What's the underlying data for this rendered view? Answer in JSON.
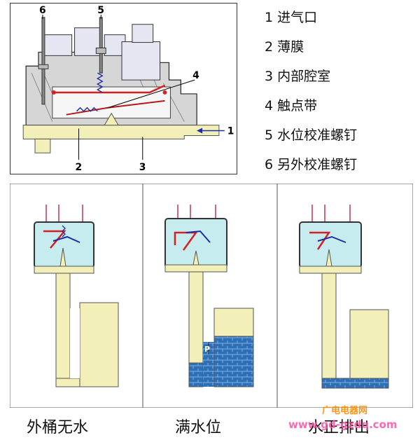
{
  "legend": [
    {
      "num": "1",
      "text": "进气口"
    },
    {
      "num": "2",
      "text": "薄膜"
    },
    {
      "num": "3",
      "text": "内部腔室"
    },
    {
      "num": "4",
      "text": "触点带"
    },
    {
      "num": "5",
      "text": "水位校准螺钉"
    },
    {
      "num": "6",
      "text": "另外校准螺钉"
    }
  ],
  "callouts": {
    "n1": "1",
    "n2": "2",
    "n3": "3",
    "n4": "4",
    "n5": "5",
    "n6": "6"
  },
  "panels": {
    "p1_caption": "外桶无水",
    "p2_caption": "满水位",
    "p2_label": "P",
    "p3_caption": "水正排出"
  },
  "watermark": {
    "line1": "广电电器网",
    "line2": "www.gd-gzdq.com"
  },
  "colors": {
    "housing": "#d4d4d4",
    "membrane": "#f3efb8",
    "water": "#2f6fb6",
    "contact": "#d42020",
    "spring": "#1c2fa6",
    "glass": "#c7ecf0"
  }
}
